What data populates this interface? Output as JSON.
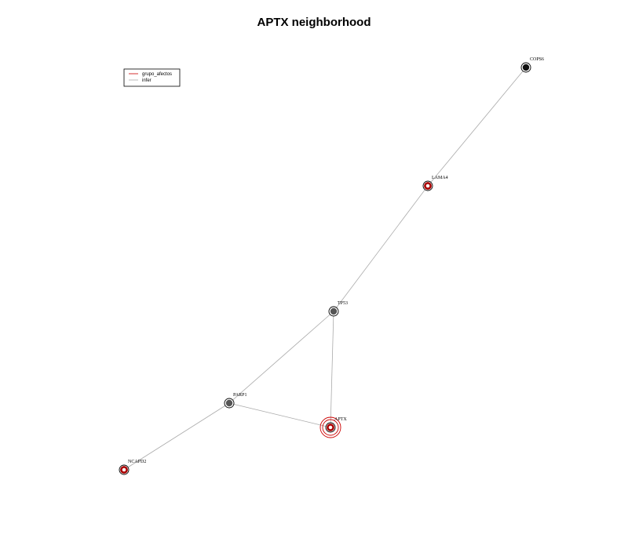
{
  "title": "APTX neighborhood",
  "colors": {
    "grupo_afectos": "#cc0000",
    "infer": "#aaaaaa",
    "node_dark": "#111111",
    "node_gray": "#555555",
    "node_red": "#aa0000"
  },
  "legend": {
    "entries": [
      {
        "label": "grupo_afectos",
        "color": "#cc0000"
      },
      {
        "label": "infer",
        "color": "#aaaaaa"
      }
    ]
  },
  "nodes": [
    {
      "id": "COPS6",
      "label": "COPS6",
      "group": "dark",
      "highlight": false
    },
    {
      "id": "LAMA4",
      "label": "LAMA4",
      "group": "red",
      "highlight": false
    },
    {
      "id": "TP53",
      "label": "TP53",
      "group": "gray",
      "highlight": false
    },
    {
      "id": "PARP1",
      "label": "PARP1",
      "group": "gray",
      "highlight": false
    },
    {
      "id": "APTX",
      "label": "APTX",
      "group": "red",
      "highlight": true
    },
    {
      "id": "NCAPD2",
      "label": "NCAPD2",
      "group": "red",
      "highlight": false
    }
  ],
  "edges": [
    {
      "source": "COPS6",
      "target": "LAMA4",
      "type": "infer"
    },
    {
      "source": "LAMA4",
      "target": "TP53",
      "type": "infer"
    },
    {
      "source": "TP53",
      "target": "PARP1",
      "type": "infer"
    },
    {
      "source": "TP53",
      "target": "APTX",
      "type": "infer"
    },
    {
      "source": "PARP1",
      "target": "APTX",
      "type": "infer"
    },
    {
      "source": "PARP1",
      "target": "NCAPD2",
      "type": "infer"
    }
  ]
}
